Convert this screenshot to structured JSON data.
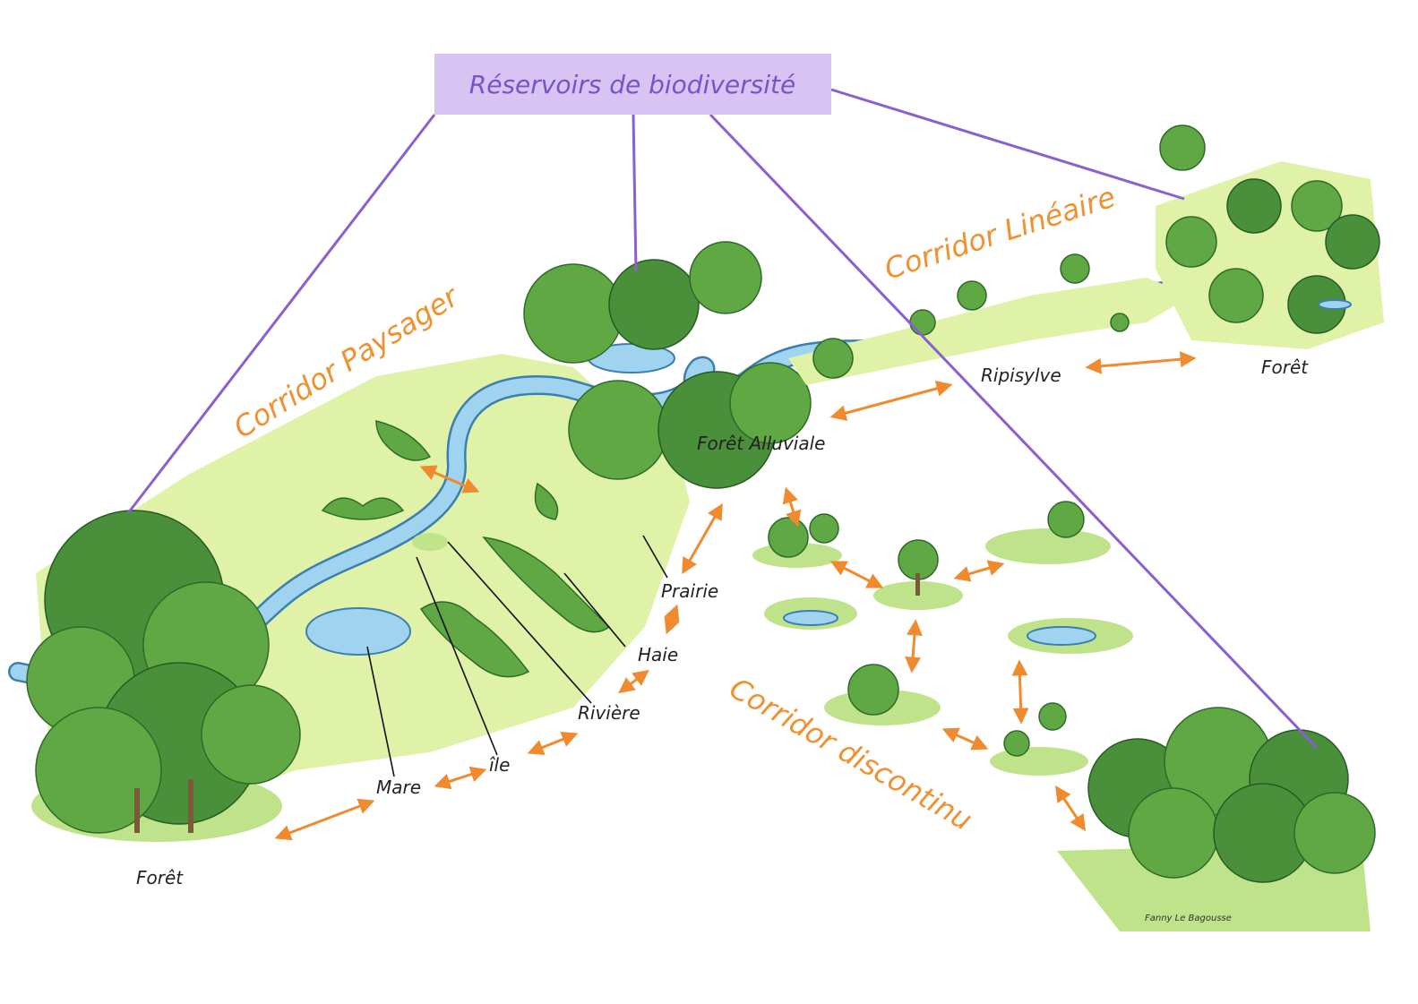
{
  "header": {
    "title": "Réservoirs de biodiversité"
  },
  "corridors": {
    "paysager": "Corridor Paysager",
    "lineaire": "Corridor Linéaire",
    "discontinu": "Corridor discontinu"
  },
  "labels": {
    "foret_left": "Forêt",
    "foret_right": "Forêt",
    "foret_alluviale": "Forêt Alluviale",
    "ripisylve": "Ripisylve",
    "prairie": "Prairie",
    "haie": "Haie",
    "riviere": "Rivière",
    "ile": "île",
    "mare": "Mare"
  },
  "signature": "Fanny Le Bagousse",
  "colors": {
    "header_bg": "#d7c4f2",
    "header_text": "#7a52c7",
    "connector": "#8a5fd0",
    "corridor_text": "#f0902e",
    "arrow": "#f08a2e",
    "vegetation": "#5fa844",
    "water": "#9fd3ef"
  }
}
